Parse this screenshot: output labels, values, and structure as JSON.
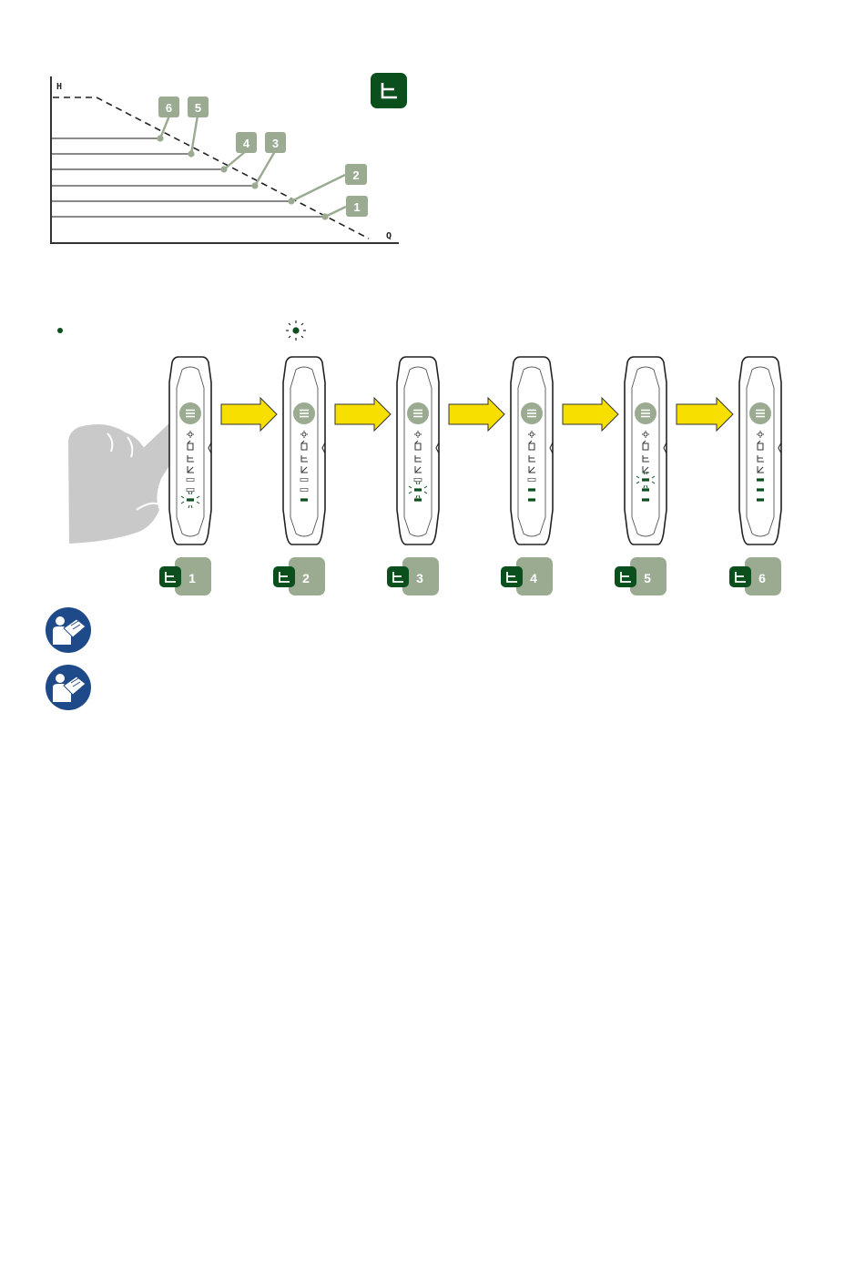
{
  "colors": {
    "dark_green": "#0b4f1c",
    "sage": "#9aab92",
    "arrow_yellow": "#f7df00",
    "manual_blue": "#1f4a8a",
    "line": "#333333",
    "finger": "#c9c9c9"
  },
  "curve_chart": {
    "y_axis_label": "H",
    "x_axis_label": "Q",
    "curve_labels": [
      "6",
      "5",
      "4",
      "3",
      "2",
      "1"
    ]
  },
  "mode_icon": "constant-pressure-icon",
  "status_icons": {
    "steady_led": "led-dot-icon",
    "blinking_led": "led-blinking-icon"
  },
  "sequence": {
    "steps": [
      {
        "label": "1",
        "lit_bars": 1,
        "blink": true
      },
      {
        "label": "2",
        "lit_bars": 1,
        "blink": false
      },
      {
        "label": "3",
        "lit_bars": 2,
        "blink": true
      },
      {
        "label": "4",
        "lit_bars": 2,
        "blink": false
      },
      {
        "label": "5",
        "lit_bars": 3,
        "blink": true
      },
      {
        "label": "6",
        "lit_bars": 3,
        "blink": false
      }
    ],
    "arrow_count": 5
  },
  "manual_icons": [
    "read-manual-icon",
    "read-manual-icon"
  ]
}
